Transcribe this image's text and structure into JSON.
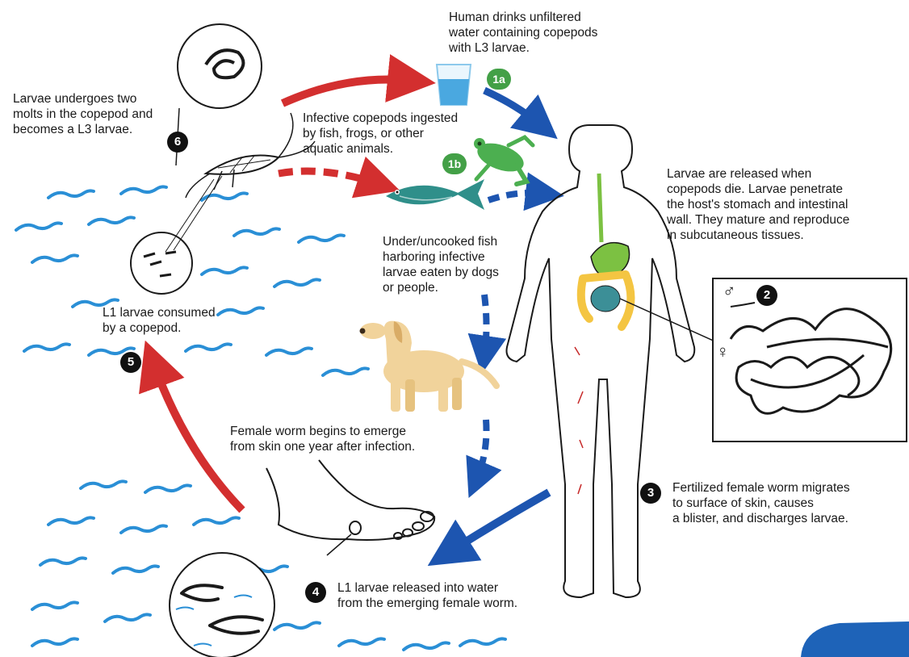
{
  "labels": {
    "step1a": {
      "badge": "1a",
      "lines": [
        "Human drinks unfiltered",
        "water containing copepods",
        "with L3 larvae."
      ]
    },
    "step1b": {
      "badge": "1b",
      "lines": [
        "Infective copepods ingested",
        "by fish, frogs, or other",
        "aquatic animals."
      ]
    },
    "undercooked": {
      "lines": [
        "Under/uncooked fish",
        "harboring infective",
        "larvae eaten by dogs",
        "or people."
      ]
    },
    "step2": {
      "badge": "2",
      "lines": [
        "Larvae are released when",
        "copepods die. Larvae penetrate",
        "the host's stomach and intestinal",
        "wall.  They mature and reproduce",
        "in subcutaneous tissues."
      ],
      "male_symbol": "♂",
      "female_symbol": "♀"
    },
    "step3": {
      "badge": "3",
      "lines": [
        "Fertilized female worm migrates",
        "to surface of skin, causes",
        "a blister, and discharges larvae."
      ]
    },
    "emerge": {
      "lines": [
        "Female worm begins to emerge",
        "from skin one year after infection."
      ]
    },
    "step4": {
      "badge": "4",
      "lines": [
        "L1 larvae released into water",
        "from the emerging female worm."
      ]
    },
    "step5": {
      "badge": "5",
      "lines": [
        "L1 larvae consumed",
        "by a copepod."
      ]
    },
    "step6": {
      "badge": "6",
      "lines": [
        "Larvae undergoes two",
        "molts in the copepod and",
        "becomes a L3 larvae."
      ]
    }
  },
  "colors": {
    "red_arrow": "#d32f2f",
    "blue_arrow": "#1d55b0",
    "water_wave": "#2a8fd6",
    "green_badge": "#43a047",
    "fish": "#2f8f8a",
    "frog": "#4caf50",
    "dog": "#f1d39b",
    "stomach": "#7cc142",
    "intestine": "#f4c542",
    "small_intestine": "#3c8f97",
    "seal_blue": "#1e63b8"
  }
}
